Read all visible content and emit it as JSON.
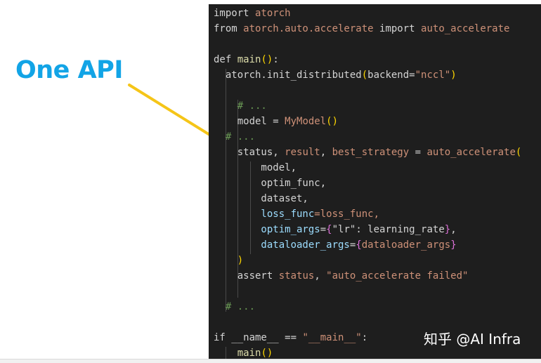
{
  "annotation": {
    "label": "One API"
  },
  "code": {
    "l1": {
      "a": "import",
      "b": " atorch"
    },
    "l2": {
      "a": "from",
      "b": " atorch.auto.accelerate",
      "c": " import",
      "d": " auto_accelerate"
    },
    "l4": {
      "a": "def",
      "b": " main",
      "c": "()",
      "d": ":"
    },
    "l5": {
      "a": "  atorch.init_distributed",
      "b": "(",
      "c": "backend",
      "d": "=",
      "e": "\"nccl\"",
      "f": ")"
    },
    "l7": {
      "a": "    # ..."
    },
    "l8": {
      "a": "    model",
      "b": " = ",
      "c": "MyModel",
      "d": "()"
    },
    "l9": {
      "a": "  # ..."
    },
    "l10": {
      "a": "    status",
      "b": ", ",
      "c": "result",
      "d": ", ",
      "e": "best_strategy",
      "f": " = ",
      "g": "auto_accelerate",
      "h": "("
    },
    "l11": {
      "a": "        model,"
    },
    "l12": {
      "a": "        optim_func,"
    },
    "l13": {
      "a": "        dataset,"
    },
    "l14": {
      "a": "        loss_func",
      "b": "=loss_func,"
    },
    "l15": {
      "a": "        optim_args",
      "b": "=",
      "c": "{",
      "d": "\"lr\"",
      "e": ": learning_rate",
      "f": "}",
      "g": ","
    },
    "l16": {
      "a": "        dataloader_args",
      "b": "=",
      "c": "{",
      "d": "dataloader_args",
      "e": "}"
    },
    "l17": {
      "a": "    )"
    },
    "l18": {
      "a": "    assert",
      "b": " status",
      "c": ", ",
      "d": "\"auto_accelerate failed\""
    },
    "l20": {
      "a": "  # ..."
    },
    "l22": {
      "a": "if",
      "b": " __name__",
      "c": " == ",
      "d": "\"__main__\"",
      "e": ":"
    },
    "l23": {
      "a": "    main",
      "b": "()"
    }
  },
  "watermark": {
    "text": "知乎 @AI Infra"
  },
  "colors": {
    "annotation": "#12a4e6",
    "arrow": "#f5c518",
    "editor_background": "#1e1e1e"
  },
  "icons": {
    "arrow": "arrow-annotation-icon"
  }
}
